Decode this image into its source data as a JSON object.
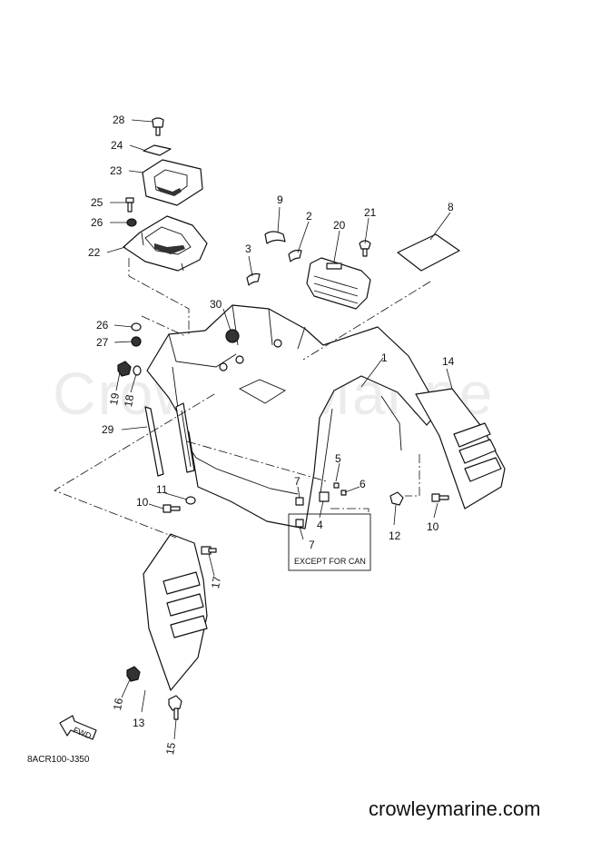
{
  "diagram": {
    "callouts": [
      "28",
      "24",
      "23",
      "25",
      "26",
      "22",
      "9",
      "2",
      "20",
      "21",
      "8",
      "3",
      "30",
      "26",
      "27",
      "19",
      "18",
      "1",
      "14",
      "29",
      "5",
      "6",
      "7",
      "4",
      "7",
      "11",
      "10",
      "12",
      "10",
      "17",
      "16",
      "13",
      "15"
    ],
    "except_note": "EXCEPT FOR CAN",
    "fwd_label": "FWD",
    "diagram_code": "8ACR100-J350"
  },
  "watermark": "Crowley Marine",
  "footer": {
    "site": "crowleymarine.com"
  }
}
